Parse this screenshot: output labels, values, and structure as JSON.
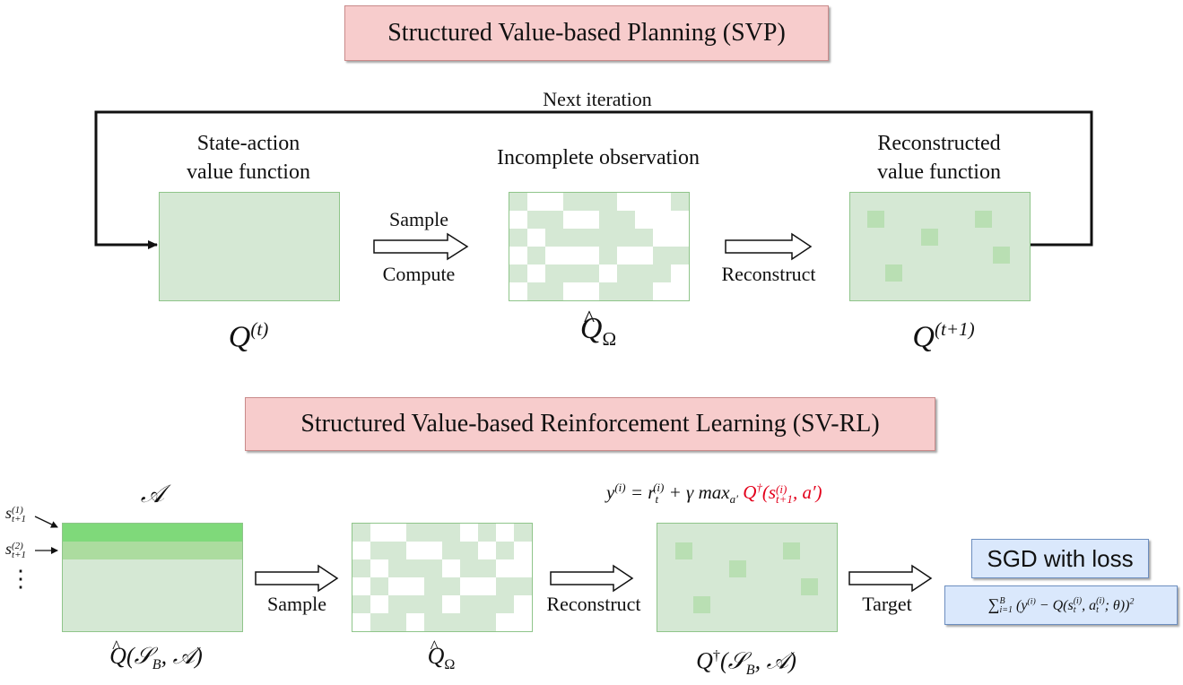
{
  "top": {
    "title": "Structured Value-based Planning (SVP)",
    "loop_label": "Next iteration",
    "stage1_caption_1": "State-action",
    "stage1_caption_2": "value function",
    "stage2_caption": "Incomplete observation",
    "stage3_caption_1": "Reconstructed",
    "stage3_caption_2": "value function",
    "arrow1_top": "Sample",
    "arrow1_bottom": "Compute",
    "arrow2_bottom": "Reconstruct",
    "math_q": "Q",
    "math_q_sup_t": "(t)",
    "math_q_sup_t1": "(t+1)",
    "math_qhat_sub": "Ω"
  },
  "bottom": {
    "title": "Structured Value-based Reinforcement Learning (SV-RL)",
    "action_set": "𝒜",
    "state_label": "s",
    "state_sub": "t+1",
    "state_sup_1": "(1)",
    "state_sup_2": "(2)",
    "dots": "⋮",
    "arrow1_label": "Sample",
    "arrow2_label": "Reconstruct",
    "arrow3_label": "Target",
    "target_eq_black": "y",
    "target_eq_sup": "(i)",
    "target_eq_mid": " = r",
    "target_eq_r_sub": "t",
    "target_eq_r_sup": "(i)",
    "target_eq_rest": " + γ max",
    "target_eq_max_sub": "a′",
    "target_eq_red": "Q",
    "target_eq_red_sup": "†",
    "target_eq_red_args_1": "(s",
    "target_eq_red_args_sub": "t+1",
    "target_eq_red_args_sup": "(i)",
    "target_eq_red_args_2": ", a′)",
    "caption1_q": "Q",
    "caption1_args": "(𝒮",
    "caption1_sub": "B",
    "caption1_tail": ", 𝒜)",
    "caption2_q": "Q",
    "caption2_sub": "Ω",
    "caption3_q": "Q",
    "caption3_sup": "†",
    "caption3_args": "(𝒮",
    "caption3_sub": "B",
    "caption3_tail": ", 𝒜)",
    "sgd_title": "SGD with loss",
    "loss_sum": "∑",
    "loss_sum_sub": "i=1",
    "loss_sum_sup": "B",
    "loss_body_1": "(y",
    "loss_body_sup1": "(i)",
    "loss_body_2": " − Q(s",
    "loss_body_s_sub": "t",
    "loss_body_s_sup": "(i)",
    "loss_body_3": ", a",
    "loss_body_a_sub": "t",
    "loss_body_a_sup": "(i)",
    "loss_body_4": "; θ))",
    "loss_square": "2"
  },
  "colors": {
    "title_fill": "#f7cccc",
    "matrix_fill": "#d5e8d4",
    "matrix_border": "#8fc58a",
    "highlight_row_1": "#7fd97a",
    "highlight_row_2": "#acdc9f",
    "spot_fill": "#b9dfb3",
    "sgd_fill": "#dae8fc",
    "red_term": "#e3001b"
  }
}
